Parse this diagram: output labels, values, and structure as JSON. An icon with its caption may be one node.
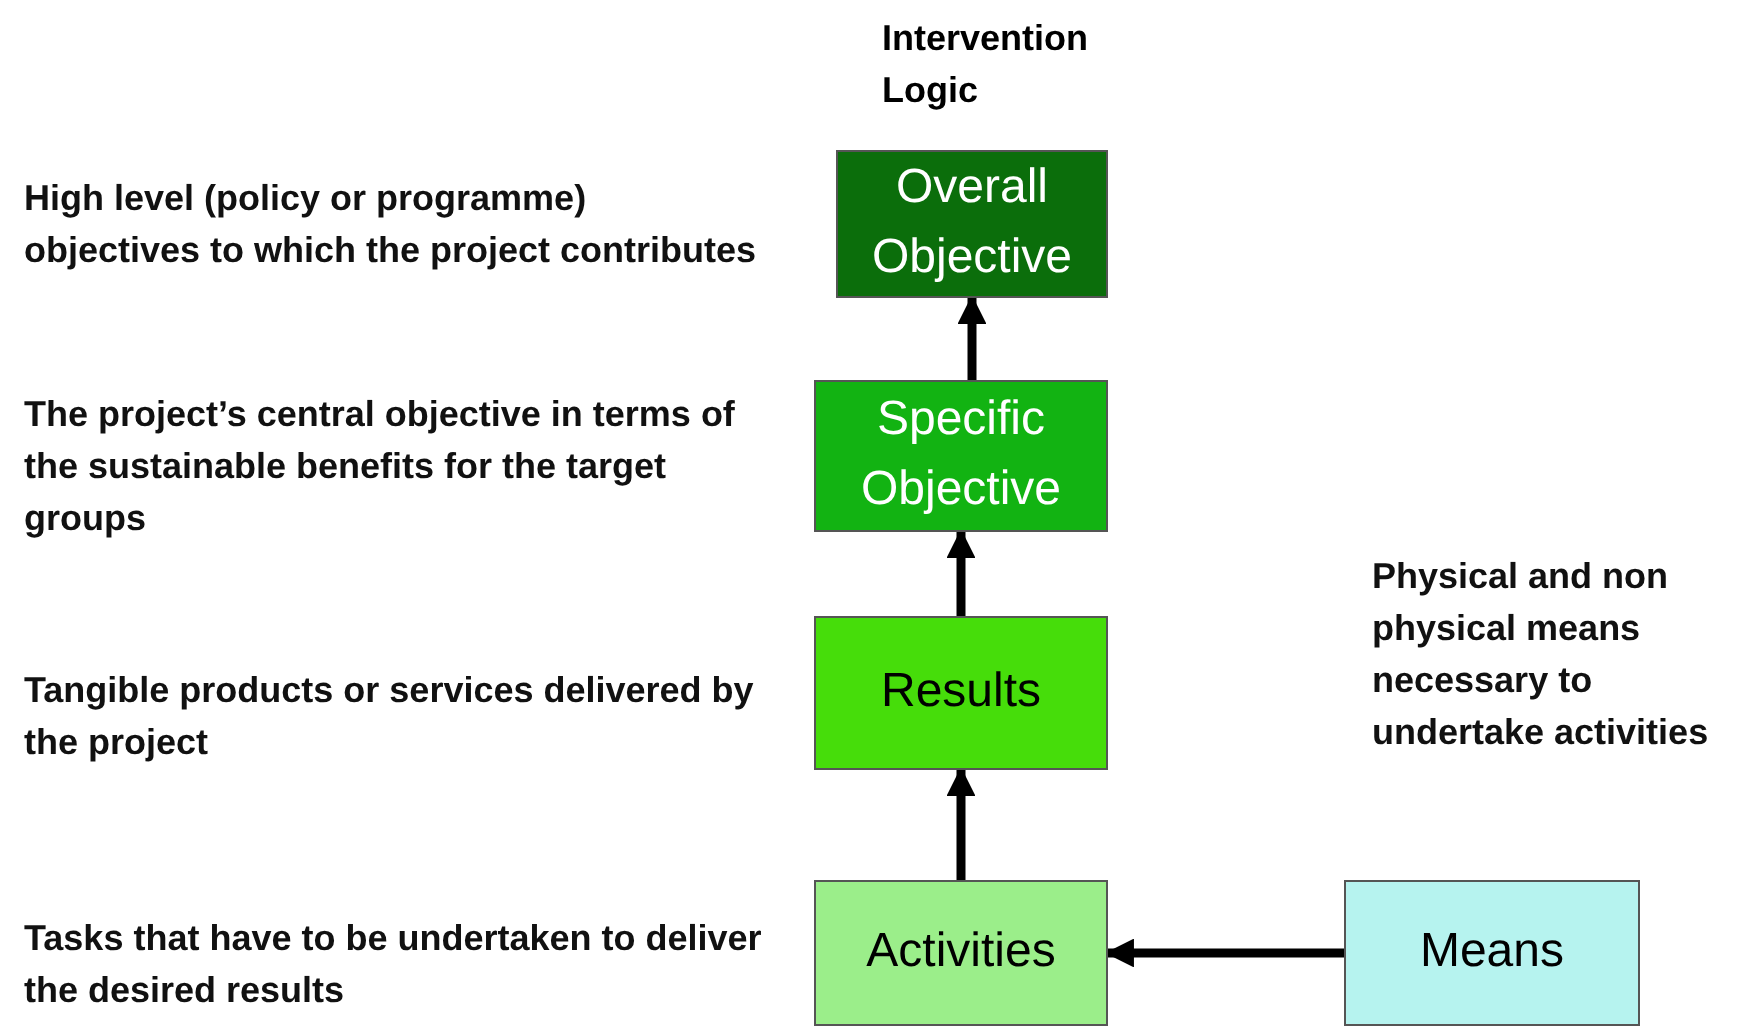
{
  "diagram": {
    "title": "Intervention Logic",
    "nodes": [
      {
        "text": [
          "Overall Objective"
        ],
        "beside": [
          "High level (policy or programme) objectives to which the project contributes"
        ]
      },
      {
        "text": [
          "Specific Objective"
        ],
        "beside": [
          "The project’s central objective in terms of the sustainable benefits for the target groups"
        ]
      },
      {
        "text": [
          "Results"
        ],
        "beside": [
          "Tangible products or services delivered by the project"
        ]
      },
      {
        "text": [
          "Activities"
        ],
        "beside": [
          "Tasks that have to be undertaken to deliver the desired results"
        ]
      },
      {
        "text": [
          "Means"
        ],
        "beside": [
          "Physical and non physical means necessary to undertake activities"
        ]
      }
    ],
    "edges": [
      {
        "from": 1,
        "to": 0,
        "arrow": "to"
      },
      {
        "from": 2,
        "to": 1,
        "arrow": "to"
      },
      {
        "from": 3,
        "to": 2,
        "arrow": "to"
      },
      {
        "from": 4,
        "to": 3,
        "arrow": "to"
      }
    ]
  }
}
